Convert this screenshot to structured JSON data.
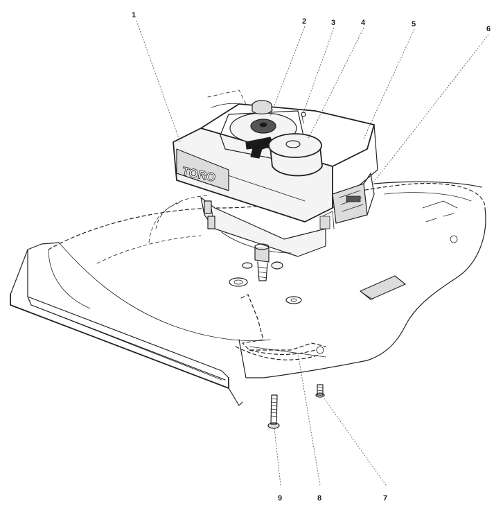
{
  "engine": {
    "brand_text": "TORO"
  },
  "callouts": [
    {
      "id": "1",
      "label": "1"
    },
    {
      "id": "2",
      "label": "2"
    },
    {
      "id": "3",
      "label": "3"
    },
    {
      "id": "4",
      "label": "4"
    },
    {
      "id": "5",
      "label": "5"
    },
    {
      "id": "6",
      "label": "6"
    },
    {
      "id": "7",
      "label": "7"
    },
    {
      "id": "8",
      "label": "8"
    },
    {
      "id": "9",
      "label": "9"
    }
  ]
}
